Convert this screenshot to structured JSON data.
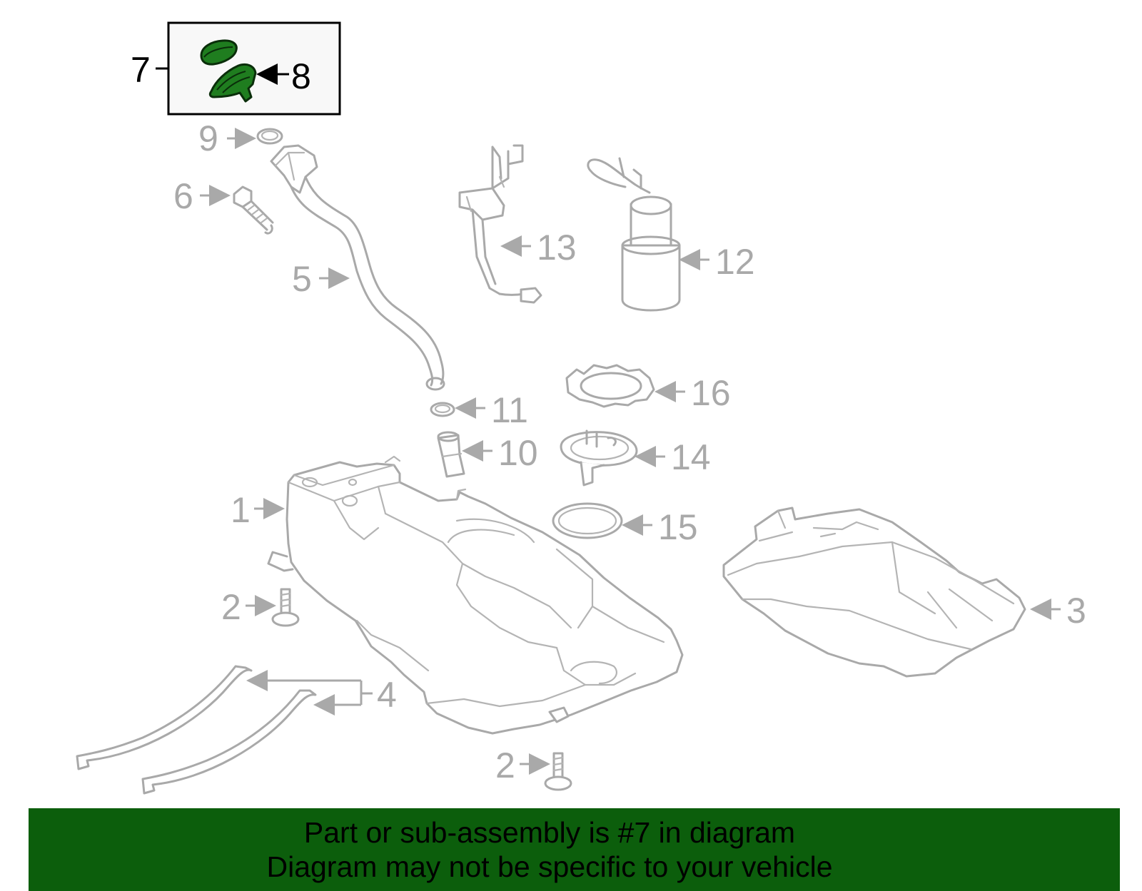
{
  "callouts": {
    "c1": "1",
    "c2a": "2",
    "c2b": "2",
    "c3": "3",
    "c4": "4",
    "c5": "5",
    "c6": "6",
    "c7": "7",
    "c8": "8",
    "c9": "9",
    "c10": "10",
    "c11": "11",
    "c12": "12",
    "c13": "13",
    "c14": "14",
    "c15": "15",
    "c16": "16"
  },
  "highlight_color": "#1f7d1f",
  "banner": {
    "line1": "Part or sub-assembly is #7 in diagram",
    "line2": "Diagram may not be specific to your vehicle",
    "background": "#0c5e0c"
  }
}
